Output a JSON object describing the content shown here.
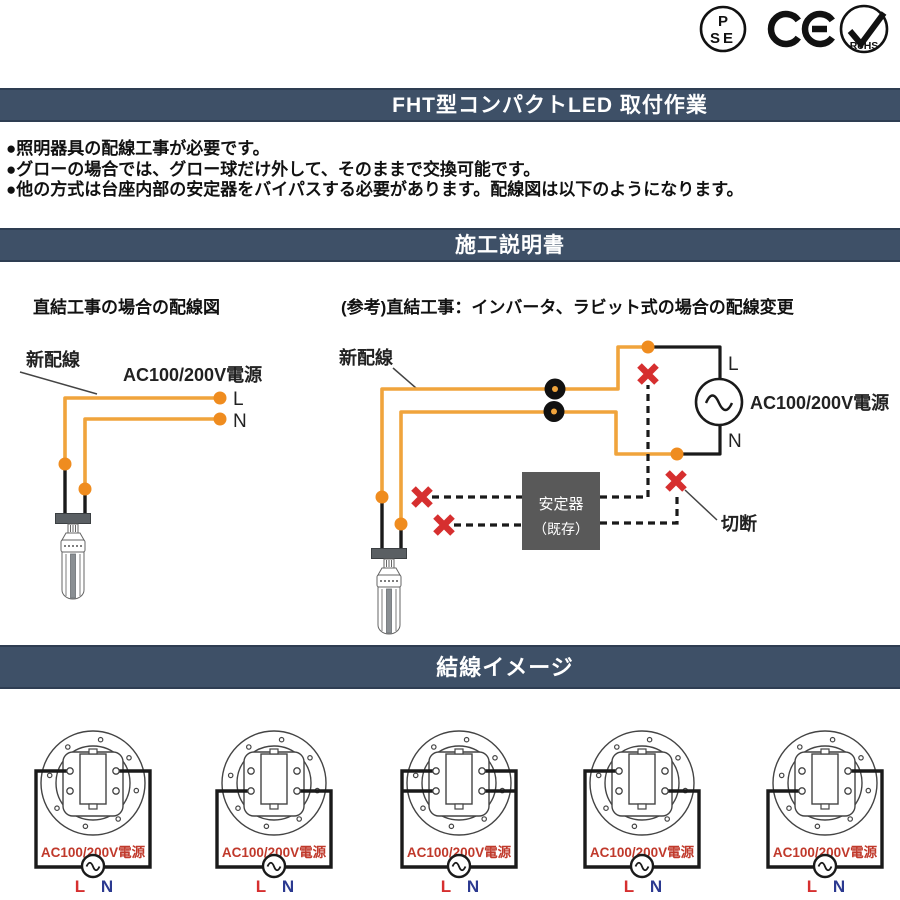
{
  "certification": {
    "pse_top": "P",
    "pse_bottom": "SE",
    "ce": "CE",
    "rohs": "RoHS"
  },
  "banners": {
    "title": "FHT型コンパクトLED 取付作業",
    "construction": "施工説明書",
    "wiring_image": "結線イメージ"
  },
  "notes": [
    "●照明器具の配線工事が必要です。",
    "●グローの場合では、グロー球だけ外して、そのままで交換可能です。",
    "●他の方式は台座内部の安定器をバイパスする必要があります。配線図は以下のようになります。"
  ],
  "headings": {
    "left": "直結工事の場合の配線図",
    "right": "(参考)直結工事：インバータ、ラビット式の場合の配線変更"
  },
  "diagram_left": {
    "new_wiring": "新配線",
    "power": "AC100/200V電源",
    "l": "L",
    "n": "N"
  },
  "diagram_right": {
    "new_wiring": "新配線",
    "power": "AC100/200V電源",
    "l": "L",
    "n": "N",
    "ballast_line1": "安定器",
    "ballast_line2": "（既存）",
    "cut": "切断"
  },
  "sockets": {
    "power_label": "AC100/200V電源",
    "l": "L",
    "n": "N",
    "centers": [
      93,
      274,
      459,
      642,
      825
    ],
    "variants": [
      "top",
      "bottom",
      "both",
      "diag-lr",
      "diag-rl"
    ]
  },
  "colors": {
    "banner_navy": "#3e5067",
    "wire_orange": "#f0a43c",
    "dot_orange": "#ef8c1f",
    "x_red": "#d62f2f",
    "label_red": "#c0392b",
    "n_blue": "#2b3990",
    "ballast_gray": "#595959",
    "wire_black": "#1a1a1a"
  }
}
